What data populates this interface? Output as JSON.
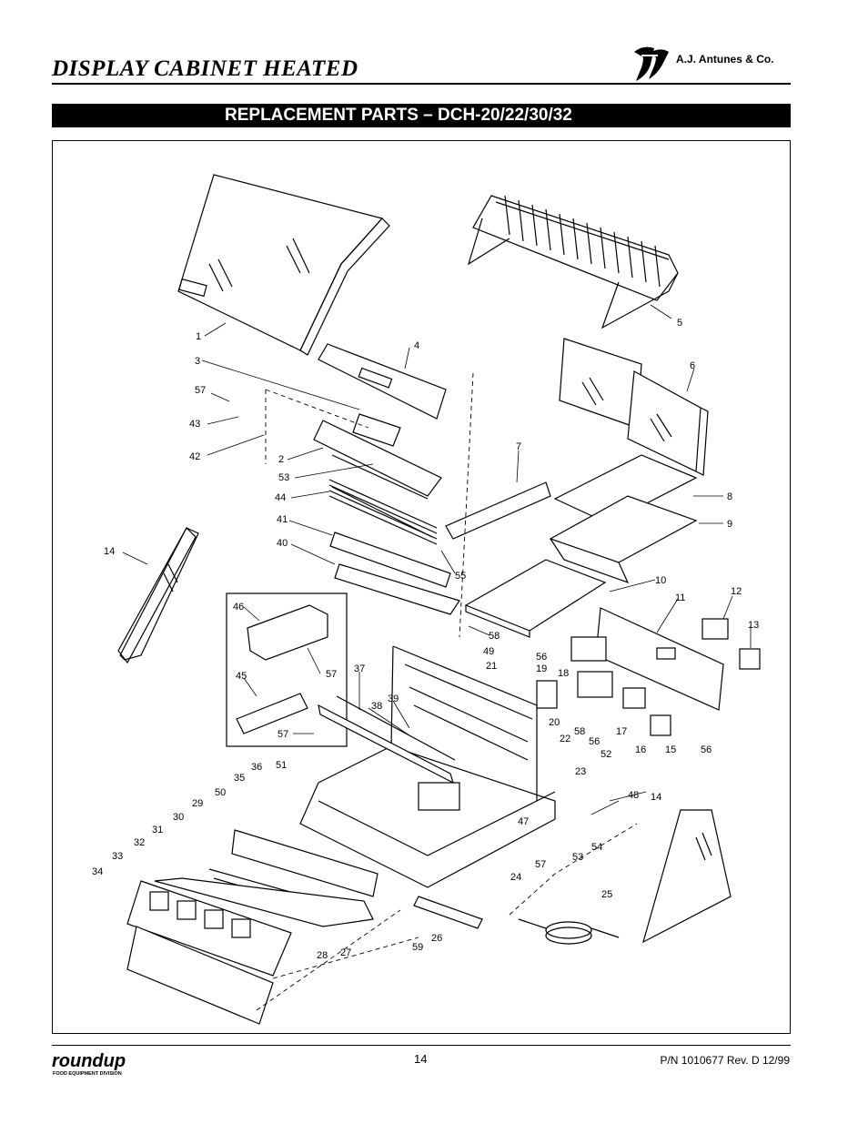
{
  "header": {
    "title": "DISPLAY CABINET HEATED",
    "company": "A.J. Antunes & Co."
  },
  "banner": {
    "text": "REPLACEMENT PARTS – DCH-20/22/30/32"
  },
  "callouts": [
    "1",
    "3",
    "4",
    "5",
    "6",
    "57",
    "43",
    "42",
    "2",
    "53",
    "44",
    "41",
    "40",
    "7",
    "8",
    "9",
    "10",
    "11",
    "12",
    "13",
    "14",
    "55",
    "58",
    "46",
    "45",
    "57",
    "37",
    "38",
    "39",
    "49",
    "21",
    "56",
    "19",
    "18",
    "20",
    "58",
    "22",
    "17",
    "56",
    "16",
    "15",
    "56",
    "52",
    "57",
    "51",
    "36",
    "35",
    "50",
    "29",
    "30",
    "31",
    "32",
    "33",
    "34",
    "23",
    "47",
    "24",
    "57",
    "48",
    "14",
    "53",
    "54",
    "25",
    "59",
    "26",
    "28",
    "27"
  ],
  "footer": {
    "brand": "roundup",
    "brand_sub": "FOOD EQUIPMENT DIVISION",
    "page": "14",
    "part_number": "P/N 1010677  Rev. D  12/99"
  }
}
